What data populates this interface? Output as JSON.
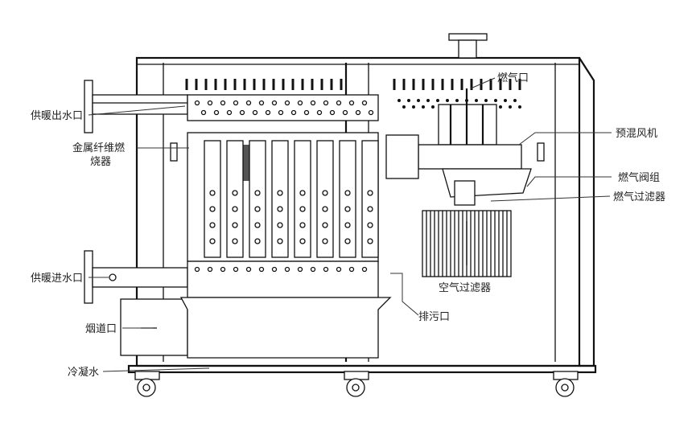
{
  "labels": {
    "heating_outlet": "供暖出水口",
    "burner_line1": "金属纤维燃",
    "burner_line2": "烧器",
    "heating_inlet": "供暖进水口",
    "flue": "烟道口",
    "condensate": "冷凝水",
    "gas_inlet": "燃气口",
    "premix_fan": "预混风机",
    "gas_valve": "燃气阀组",
    "gas_filter": "燃气过滤器",
    "air_filter": "空气过滤器",
    "drain": "排污口"
  }
}
